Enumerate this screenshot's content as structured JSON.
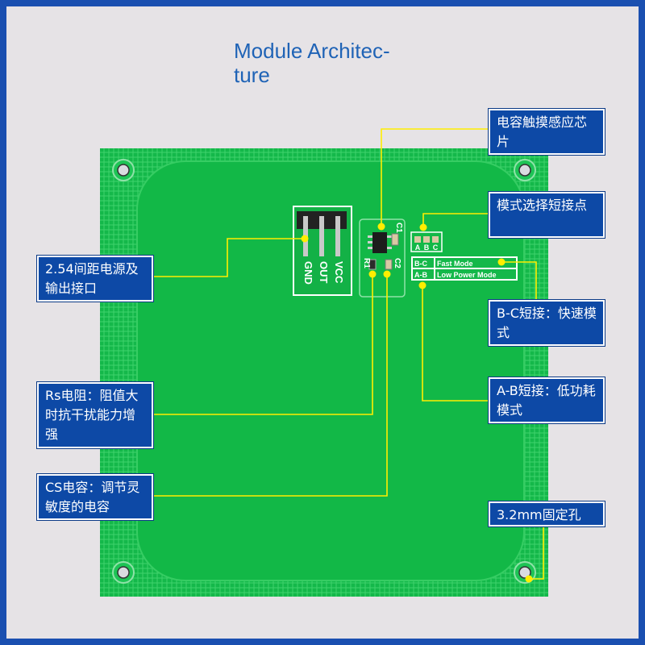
{
  "title": "Module Architec-\nture",
  "pcb": {
    "pin_labels": [
      "VCC",
      "OUT",
      "GND"
    ],
    "component_labels": [
      "C1",
      "R1",
      "C2"
    ],
    "jumper_letters": [
      "A",
      "B",
      "C"
    ],
    "mode_rows": [
      {
        "pins": "B-C",
        "mode": "Fast Mode"
      },
      {
        "pins": "A-B",
        "mode": "Low Power Mode"
      }
    ]
  },
  "callouts": {
    "chip": "电容触摸感应芯片",
    "mode_select": "模式选择短接点",
    "header": "2.54间距电源及输出接口",
    "fast": "B-C短接：快速模式",
    "lowpower": "A-B短接：低功耗模式",
    "rs": "Rs电阻：阻值大时抗干扰能力增强",
    "cs": "CS电容：调节灵敏度的电容",
    "hole": "3.2mm固定孔"
  },
  "colors": {
    "border": "#1a4fb0",
    "background": "#e6e3e6",
    "title": "#1f63b6",
    "pcb": "#14b84a",
    "callout_fill": "#0d49a6",
    "leader": "#ffee00",
    "silkscreen": "#ffffff"
  }
}
